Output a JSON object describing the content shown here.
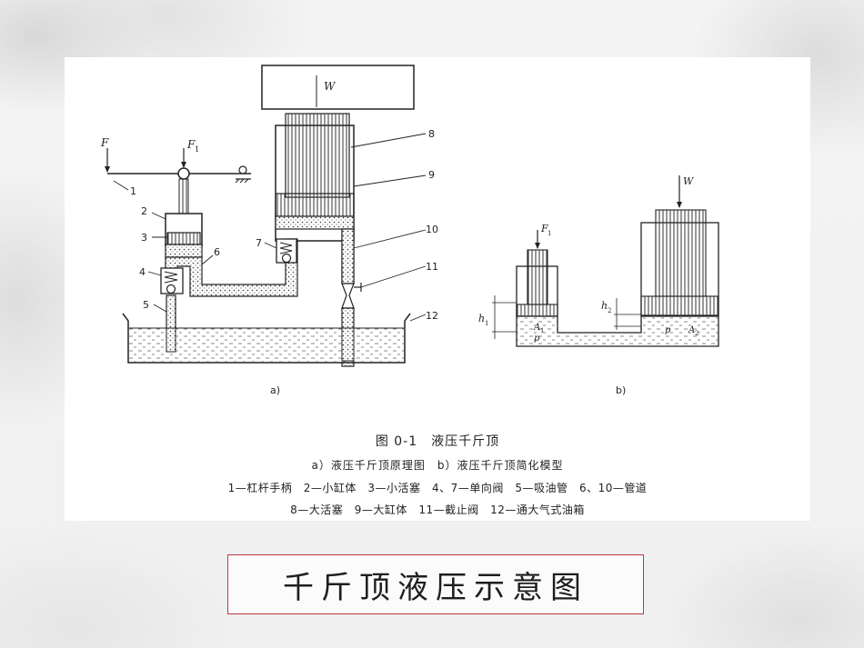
{
  "figure": {
    "labels": {
      "W_top": "W",
      "F": "F",
      "F1": "F",
      "F1_sub": "1",
      "n1": "1",
      "n2": "2",
      "n3": "3",
      "n4": "4",
      "n5": "5",
      "n6": "6",
      "n7": "7",
      "n8": "8",
      "n9": "9",
      "n10": "10",
      "n11": "11",
      "n12": "12",
      "sub_a": "a)",
      "sub_b": "b)",
      "b_W": "W",
      "b_F1": "F",
      "b_F1_sub": "1",
      "b_h1": "h",
      "b_h1_sub": "1",
      "b_h2": "h",
      "b_h2_sub": "2",
      "b_A1": "A",
      "b_A1_sub": "1",
      "b_A2": "A",
      "b_A2_sub": "2",
      "b_p1": "p",
      "b_p2": "p"
    },
    "caption": {
      "title": "图 0-1　液压千斤顶",
      "subtitle": "a）液压千斤顶原理图　b）液压千斤顶简化模型",
      "legend_line1": "1—杠杆手柄　2—小缸体　3—小活塞　4、7—单向阀　5—吸油管　6、10—管道",
      "legend_line2": "8—大活塞　9—大缸体　11—截止阀　12—通大气式油箱"
    }
  },
  "slide_title": "千斤顶液压示意图",
  "colors": {
    "title_border": "#c0393b",
    "ink": "#222222"
  }
}
